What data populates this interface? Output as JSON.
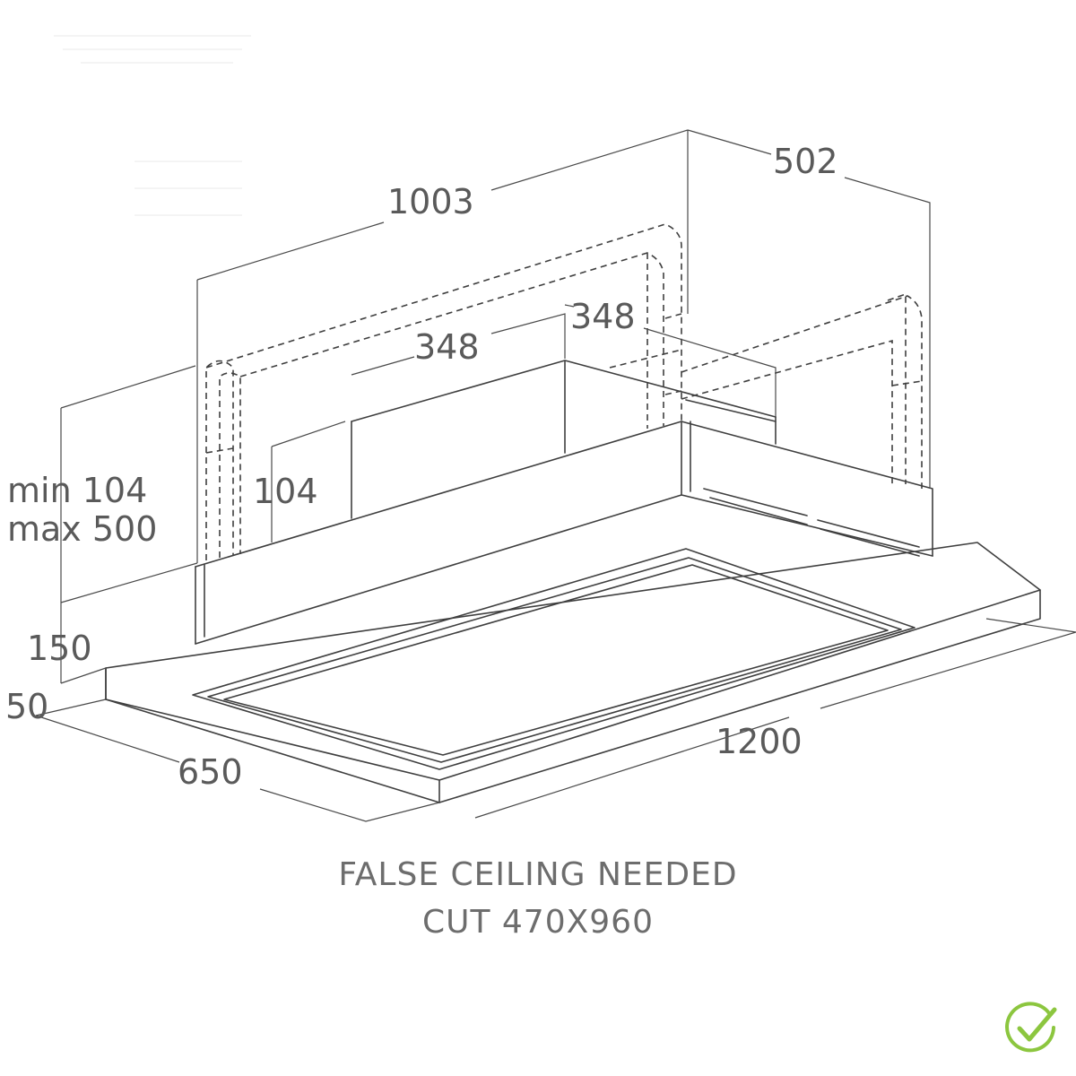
{
  "dimensions": {
    "width_top": "1003",
    "depth_top": "502",
    "duct_width_front": "348",
    "duct_width_side": "348",
    "duct_height": "104",
    "range_min": "min 104",
    "range_max": "max 500",
    "body_height": "150",
    "panel_height": "50",
    "panel_depth": "650",
    "panel_width": "1200"
  },
  "caption": {
    "line1": "FALSE CEILING NEEDED",
    "line2": "CUT 470X960"
  },
  "badge": {
    "icon": "check-circle-icon",
    "color": "#8cc63f"
  }
}
